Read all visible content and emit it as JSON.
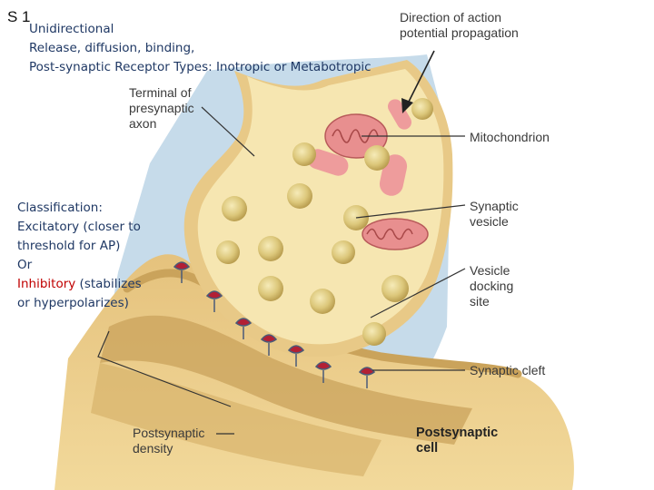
{
  "slide": {
    "number": "S 1",
    "notes_top": [
      "Unidirectional",
      "Release, diffusion, binding,",
      "Post-synaptic Receptor Types: Inotropic or Metabotropic"
    ],
    "classification": {
      "heading": "Classification:",
      "excitatory": "Excitatory (closer to",
      "excitatory_cont": "threshold for AP)",
      "or": "Or",
      "inhibitory_word": "Inhibitory",
      "inhibitory_rest": " (stabilizes",
      "inhibitory_cont": "or hyperpolarizes)"
    }
  },
  "diagram": {
    "labels": {
      "direction_1": "Direction of action",
      "direction_2": "potential propagation",
      "terminal_1": "Terminal of",
      "terminal_2": "presynaptic",
      "terminal_3": "axon",
      "mitochondrion": "Mitochondrion",
      "vesicle_1": "Synaptic",
      "vesicle_2": "vesicle",
      "docking_1": "Vesicle",
      "docking_2": "docking",
      "docking_3": "site",
      "cleft": "Synaptic cleft",
      "psd_1": "Postsynaptic",
      "psd_2": "density",
      "cell_1": "Postsynaptic",
      "cell_2": "cell"
    },
    "colors": {
      "cleft_blue": "#c6dbea",
      "cytoplasm": "#f6e6b1",
      "membrane": "#e8c987",
      "postsynaptic": "#dcb873",
      "mitochondria": "#e88f8f",
      "vesicle": "#dcc77a",
      "receptor": "#b22035"
    }
  }
}
